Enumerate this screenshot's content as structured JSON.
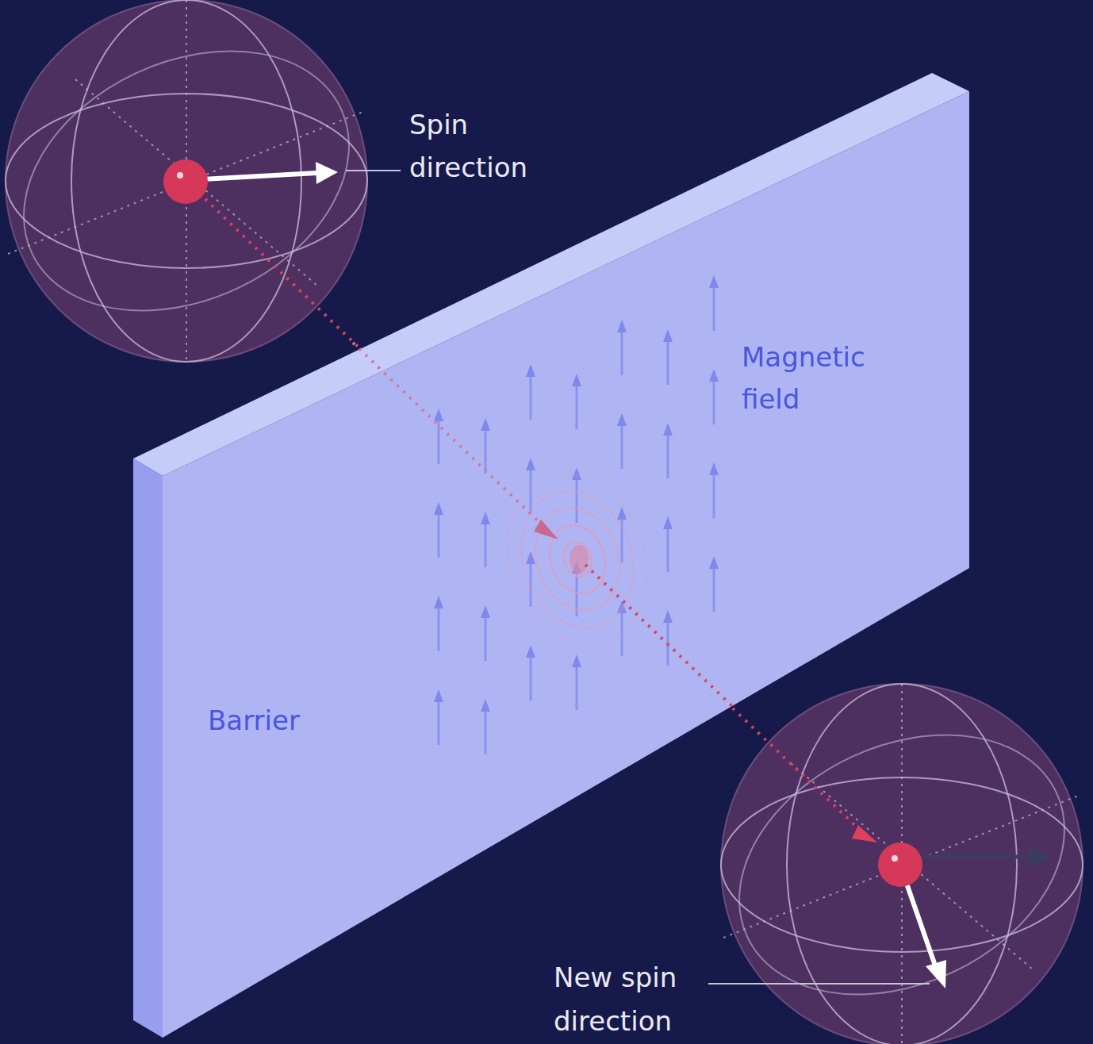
{
  "diagram": {
    "nodes": [
      {
        "text": [
          "Magnetic field",
          "Barrier"
        ]
      }
    ],
    "labels": [
      "Spin direction",
      "New spin direction"
    ]
  }
}
